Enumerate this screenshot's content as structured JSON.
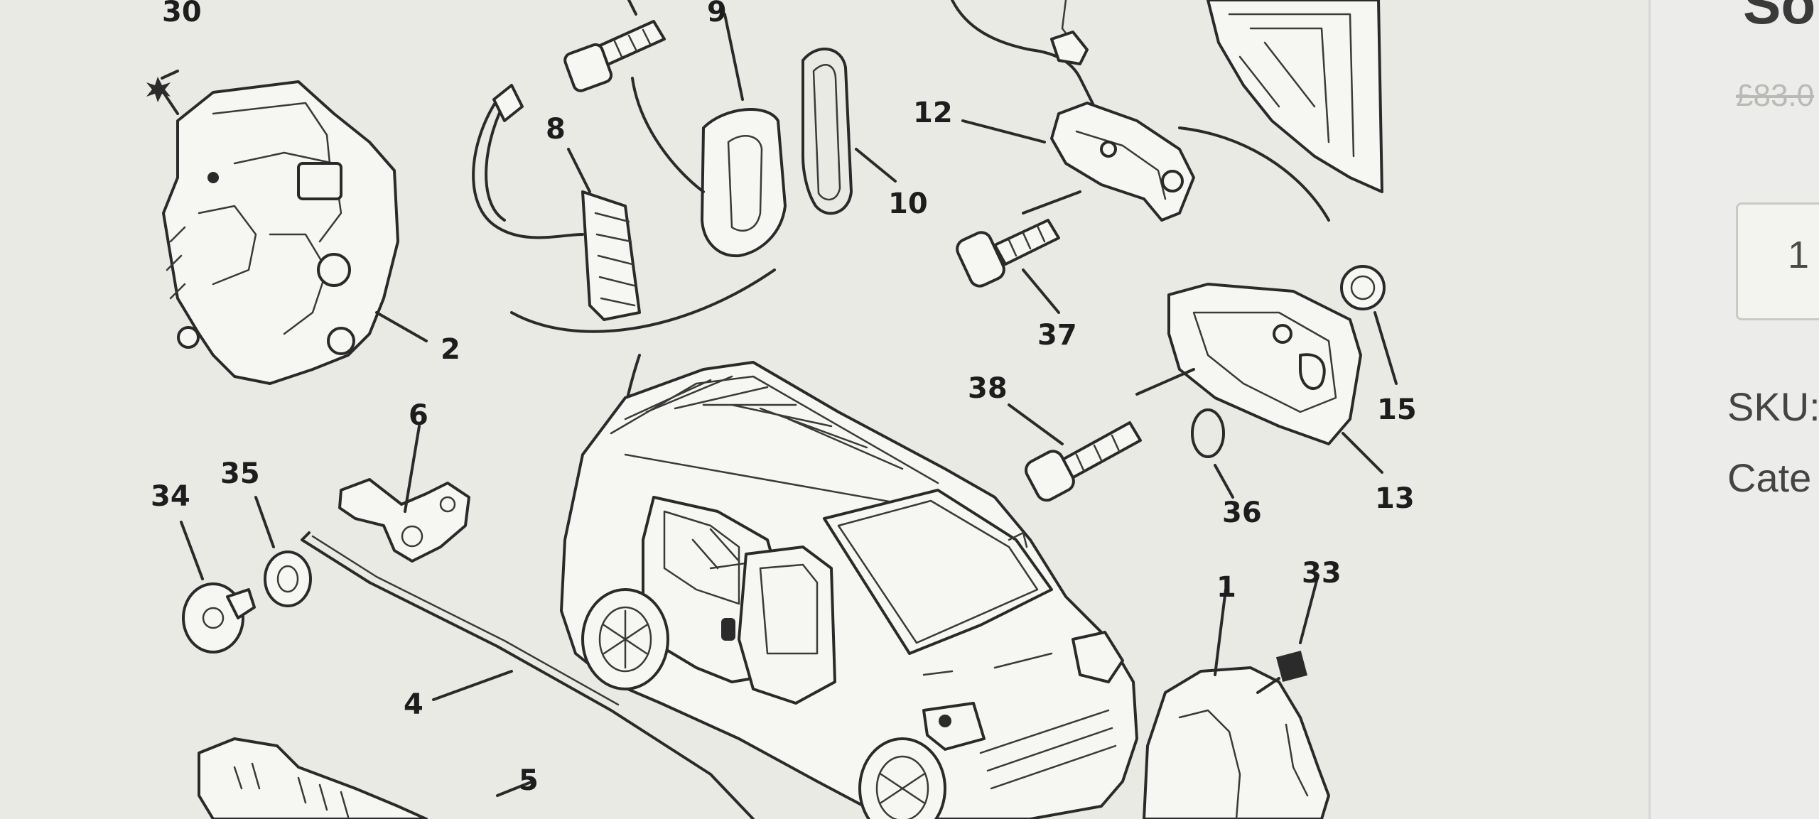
{
  "diagram": {
    "callouts": {
      "c30": "30",
      "c9": "9",
      "c8": "8",
      "c12": "12",
      "c10": "10",
      "c37": "37",
      "c2": "2",
      "c38": "38",
      "c15": "15",
      "c6": "6",
      "c35": "35",
      "c34": "34",
      "c13": "13",
      "c36": "36",
      "c33": "33",
      "c1": "1",
      "c4": "4",
      "c5": "5"
    }
  },
  "product_panel": {
    "title": "So",
    "old_price": "£83.0",
    "quantity": "1",
    "sku_label": "SKU:",
    "category_label": "Cate"
  }
}
